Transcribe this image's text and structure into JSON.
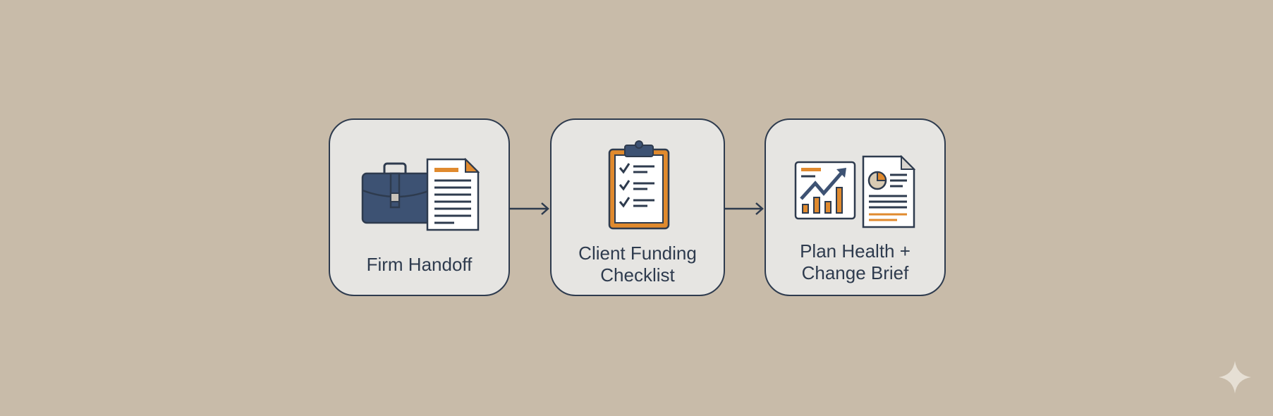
{
  "steps": [
    {
      "label_lines": [
        "Firm Handoff"
      ],
      "icon": "briefcase-document-icon"
    },
    {
      "label_lines": [
        "Client Funding",
        "Checklist"
      ],
      "icon": "clipboard-checklist-icon"
    },
    {
      "label_lines": [
        "Plan Health +",
        "Change Brief"
      ],
      "icon": "chart-report-icon"
    }
  ],
  "colors": {
    "background": "#c8bba9",
    "card": "#e6e5e2",
    "outline": "#2e3b4e",
    "navy": "#3d5273",
    "orange": "#e08a2e"
  }
}
